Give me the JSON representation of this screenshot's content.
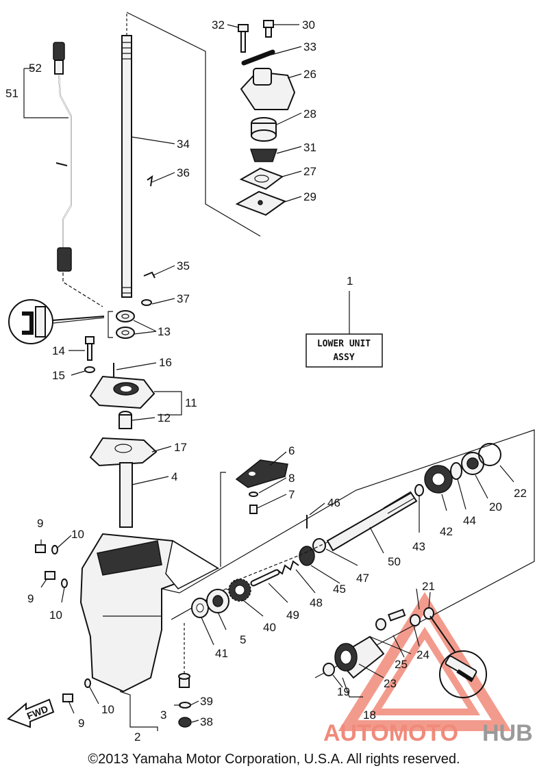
{
  "parts_box": {
    "line1": "LOWER UNIT",
    "line2": "ASSY",
    "callout": "1"
  },
  "fwd_label": "FWD",
  "copyright": "©2013 Yamaha Motor Corporation, U.S.A. All rights reserved.",
  "watermark": {
    "part1": "AUTOMOTO",
    "part2": "HUB",
    "color_accent": "#f08a7a",
    "color_gray": "#9a9a9a"
  },
  "callouts": {
    "c2": "2",
    "c3": "3",
    "c4": "4",
    "c5": "5",
    "c6": "6",
    "c7": "7",
    "c8": "8",
    "c9a": "9",
    "c9b": "9",
    "c9c": "9",
    "c10a": "10",
    "c10b": "10",
    "c10c": "10",
    "c11": "11",
    "c12": "12",
    "c13": "13",
    "c14": "14",
    "c15": "15",
    "c16": "16",
    "c17": "17",
    "c18": "18",
    "c19": "19",
    "c20": "20",
    "c21": "21",
    "c22": "22",
    "c23": "23",
    "c24": "24",
    "c25": "25",
    "c26": "26",
    "c27": "27",
    "c28": "28",
    "c29": "29",
    "c30": "30",
    "c31": "31",
    "c32": "32",
    "c33": "33",
    "c34": "34",
    "c35": "35",
    "c36": "36",
    "c37": "37",
    "c38": "38",
    "c39": "39",
    "c40": "40",
    "c41": "41",
    "c42": "42",
    "c43": "43",
    "c44": "44",
    "c45": "45",
    "c46": "46",
    "c47": "47",
    "c48": "48",
    "c49": "49",
    "c50": "50",
    "c51": "51",
    "c52": "52"
  }
}
